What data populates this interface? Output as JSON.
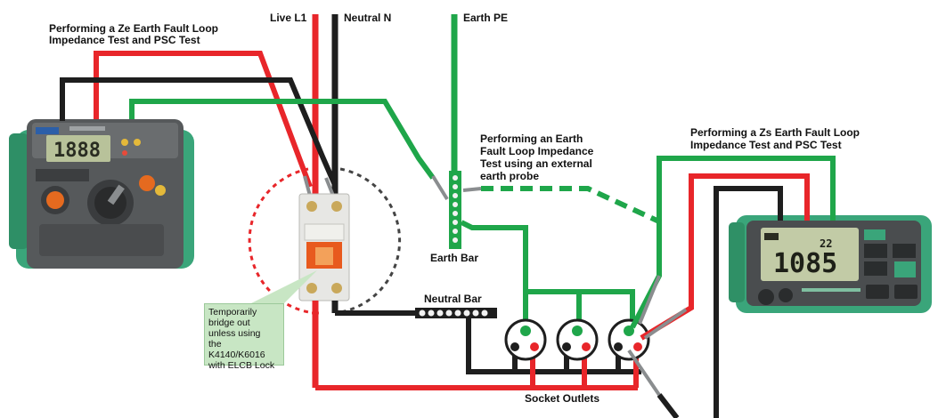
{
  "labels": {
    "live": "Live L1",
    "neutral": "Neutral N",
    "earth": "Earth PE",
    "ze_title_line1": "Performing a Ze Earth Fault Loop",
    "ze_title_line2": "Impedance Test and PSC Test",
    "ext_line1": "Performing an Earth",
    "ext_line2": "Fault Loop Impedance",
    "ext_line3": "Test using an external",
    "ext_line4": "earth probe",
    "zs_title_line1": "Performing a Zs Earth Fault Loop",
    "zs_title_line2": "Impedance Test and PSC Test",
    "earth_bar": "Earth Bar",
    "neutral_bar": "Neutral Bar",
    "socket_outlets": "Socket Outlets"
  },
  "note": {
    "line1": "Temporarily",
    "line2": "bridge out",
    "line3": "unless using",
    "line4": "the K4140/K6016",
    "line5": "with ELCB Lock"
  },
  "meters": {
    "left_display": "1888",
    "right_display": "1085",
    "right_small": "22"
  },
  "colors": {
    "live": "#e8262a",
    "neutral": "#1e1e1e",
    "earth": "#1fa64a",
    "meter_body": "#4d4f50",
    "meter_green": "#3daa7a",
    "note_bg": "#c8e6c4"
  }
}
